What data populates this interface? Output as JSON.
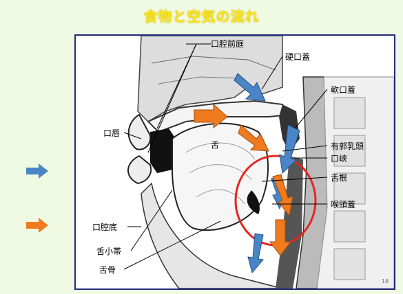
{
  "title": "食物と空気の流れ",
  "labels": {
    "oral_vestibule": "口腔前庭",
    "hard_palate": "硬口蓋",
    "soft_palate": "軟口蓋",
    "lip": "口唇",
    "tongue": "舌",
    "vallate_papilla": "有郭乳頭",
    "fauces": "口峡",
    "tongue_root": "舌根",
    "epiglottis": "喉頭蓋",
    "oral_floor": "口腔底",
    "lingual_frenulum": "舌小帯",
    "hyoid": "舌骨"
  },
  "legend": {
    "air_color": "#4a86c5",
    "food_color": "#f07a1e"
  },
  "page_number": "18",
  "highlight_color": "#e52421"
}
